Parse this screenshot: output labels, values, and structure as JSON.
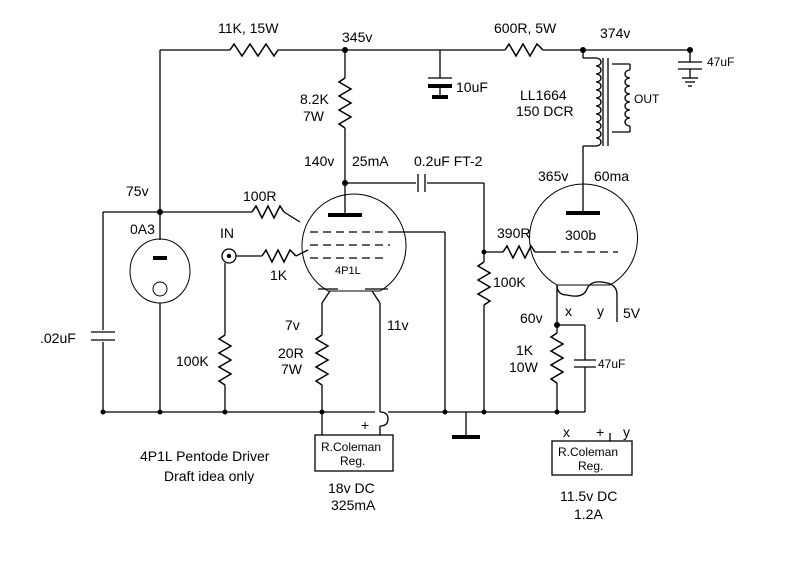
{
  "labels": {
    "r_11k": "11K, 15W",
    "v_345": "345v",
    "r_600": "600R, 5W",
    "v_374": "374v",
    "c_47_top": "47uF",
    "c_10": "10uF",
    "xfmr_name": "LL1664",
    "xfmr_dcr": "150 DCR",
    "out": "OUT",
    "r_8k2_val": "8.2K",
    "r_8k2_w": "7W",
    "v_140": "140v",
    "i_25": "25mA",
    "c_coupling": "0.2uF FT-2",
    "v_365": "365v",
    "i_60": "60ma",
    "v_75": "75v",
    "r_100r": "100R",
    "tube_0a3": "0A3",
    "in": "IN",
    "r_1k_grid": "1K",
    "tube_4p1l": "4P1L",
    "r_390": "390R",
    "tube_300b": "300b",
    "r_100k_grid": "100K",
    "c_02": ".02uF",
    "v_7": "7v",
    "v_11": "11v",
    "v_60": "60v",
    "x": "x",
    "y": "y",
    "v_5": "5V",
    "r_100k_in": "100K",
    "r_20r_val": "20R",
    "r_20r_w": "7W",
    "r_1k_cath_val": "1K",
    "r_1k_cath_w": "10W",
    "c_47_cath": "47uF",
    "plus": "+",
    "reg1_line1": "R.Coleman",
    "reg1_line2": "Reg.",
    "reg2_x": "x",
    "reg2_plus": "+",
    "reg2_y": "y",
    "reg2_line1": "R.Coleman",
    "reg2_line2": "Reg.",
    "caption_line1": "4P1L Pentode Driver",
    "caption_line2": "Draft idea only",
    "ps1_line1": "18v DC",
    "ps1_line2": "325mA",
    "ps2_line1": "11.5v DC",
    "ps2_line2": "1.2A"
  }
}
